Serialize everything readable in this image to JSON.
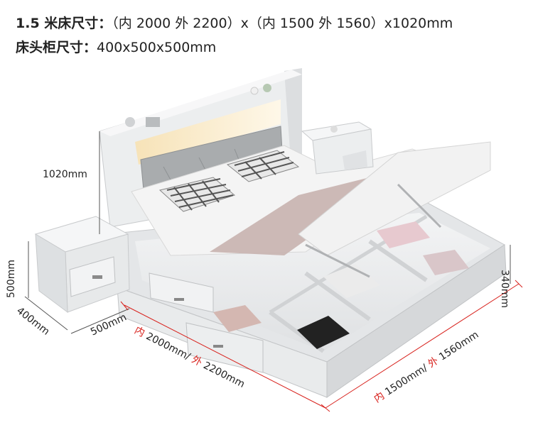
{
  "header": {
    "bed_label": "1.5 米床尺寸：",
    "bed_dims": "（内 2000 外 2200）x（内 1500 外 1560）x1020mm",
    "nightstand_label": "床头柜尺寸：",
    "nightstand_dims": "400x500x500mm"
  },
  "dimensions": {
    "bed_height": "1020mm",
    "storage_depth": "340mm",
    "ns_height": "500mm",
    "ns_depth": "400mm",
    "ns_width": "500mm",
    "length_inner_prefix": "内",
    "length_inner": " 2000mm/ ",
    "length_outer_prefix": "外",
    "length_outer": " 2200mm",
    "width_inner_prefix": "内",
    "width_inner": " 1500mm/ ",
    "width_outer_prefix": "外",
    "width_outer": " 1560mm"
  },
  "colors": {
    "accent_red": "#d8211c",
    "frame": "#e6e8ea",
    "headboard_pad": "#a9acae",
    "mattress": "#f5f5f5",
    "blanket": "#c9b5b2",
    "led": "#f4d9a3"
  }
}
